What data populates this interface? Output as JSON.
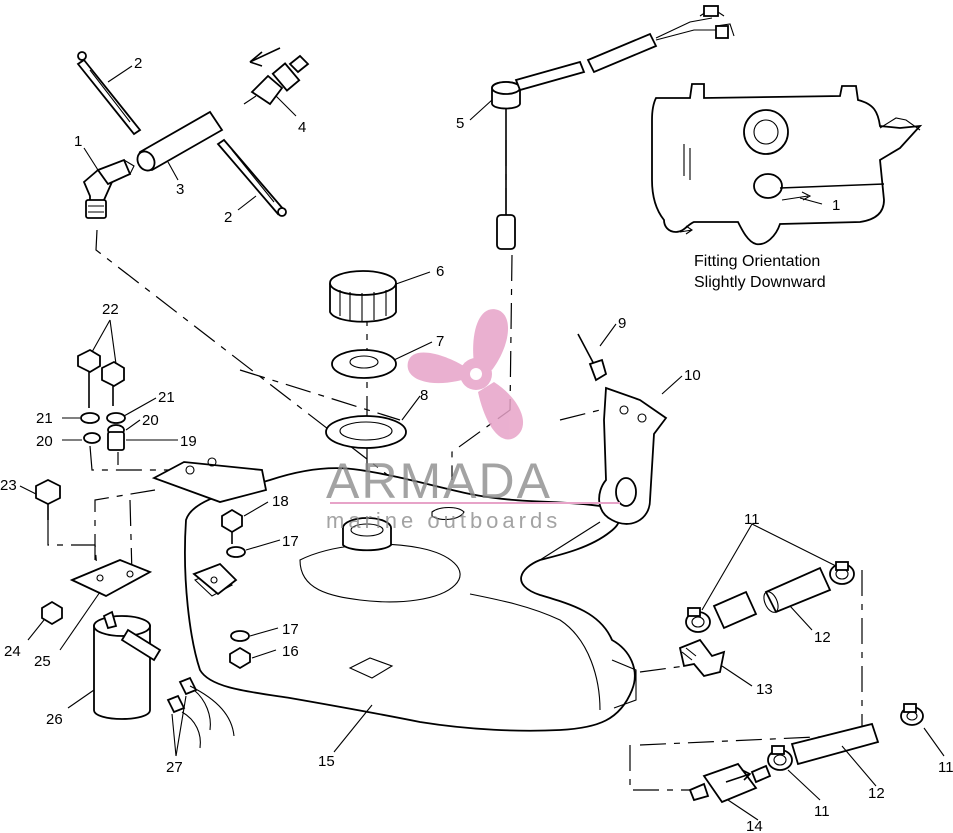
{
  "callouts": [
    {
      "n": "1",
      "text": "1"
    },
    {
      "n": "2a",
      "text": "2"
    },
    {
      "n": "2b",
      "text": "2"
    },
    {
      "n": "3",
      "text": "3"
    },
    {
      "n": "4",
      "text": "4"
    },
    {
      "n": "5",
      "text": "5"
    },
    {
      "n": "6",
      "text": "6"
    },
    {
      "n": "7",
      "text": "7"
    },
    {
      "n": "8",
      "text": "8"
    },
    {
      "n": "9",
      "text": "9"
    },
    {
      "n": "10",
      "text": "10"
    },
    {
      "n": "11a",
      "text": "11"
    },
    {
      "n": "11b",
      "text": "11"
    },
    {
      "n": "11c",
      "text": "11"
    },
    {
      "n": "11d",
      "text": "11"
    },
    {
      "n": "12a",
      "text": "12"
    },
    {
      "n": "12b",
      "text": "12"
    },
    {
      "n": "13",
      "text": "13"
    },
    {
      "n": "14",
      "text": "14"
    },
    {
      "n": "15",
      "text": "15"
    },
    {
      "n": "16",
      "text": "16"
    },
    {
      "n": "17a",
      "text": "17"
    },
    {
      "n": "17b",
      "text": "17"
    },
    {
      "n": "18",
      "text": "18"
    },
    {
      "n": "19",
      "text": "19"
    },
    {
      "n": "20a",
      "text": "20"
    },
    {
      "n": "20b",
      "text": "20"
    },
    {
      "n": "21a",
      "text": "21"
    },
    {
      "n": "21b",
      "text": "21"
    },
    {
      "n": "22",
      "text": "22"
    },
    {
      "n": "23",
      "text": "23"
    },
    {
      "n": "24",
      "text": "24"
    },
    {
      "n": "25",
      "text": "25"
    },
    {
      "n": "26",
      "text": "26"
    },
    {
      "n": "27",
      "text": "27"
    },
    {
      "n": "inset1",
      "text": "1"
    }
  ],
  "inset": {
    "caption_line1": "Fitting Orientation",
    "caption_line2": "Slightly Downward"
  },
  "watermark": {
    "brand": "ARMADA",
    "sub": "marine outboards",
    "color": "#e7a3c8"
  }
}
